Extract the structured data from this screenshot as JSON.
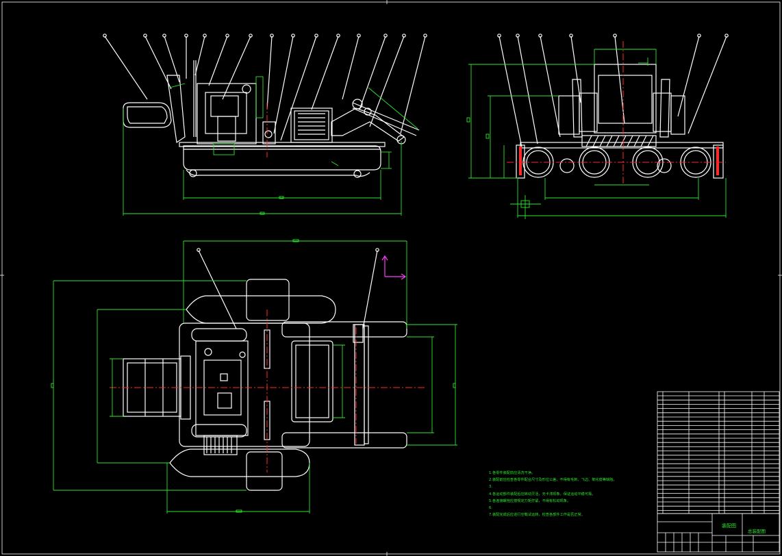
{
  "drawing": {
    "colors": {
      "background": "#000000",
      "geometry": "#ffffff",
      "dimensions": "#2ee82e",
      "centerlines": "#ff2a2a",
      "ucs_icon": "#ff3cff"
    },
    "technical_requirements": [
      "1.各零件装配前应清洗干净。",
      "2.装配前应检查各零件配合尺寸及形位公差，不得有毛刺、飞边、氧化皮等缺陷。",
      "3.",
      "4.各运动部件装配后应转动灵活，无卡滞现象，保证运动平稳可靠。",
      "5.各连接螺栓应按规定力矩拧紧，不得有松动现象。",
      "6.",
      "7.装配完成后应进行空载试运转，检查各部件工作是否正常。"
    ],
    "title_block": {
      "main_title": "总装配图",
      "sub_title": "装配图"
    }
  }
}
